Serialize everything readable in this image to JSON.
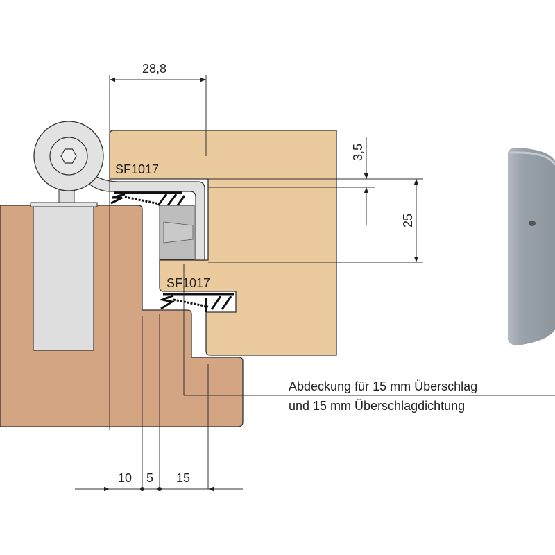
{
  "dimensions": {
    "top_width": "28,8",
    "gap": "3,5",
    "height": "25",
    "bottom_1": "10",
    "bottom_2": "5",
    "bottom_3": "15"
  },
  "labels": {
    "seal_upper": "SF1017",
    "seal_lower": "SF1017"
  },
  "annotation": {
    "line1": "Abdeckung für 15 mm Überschlag",
    "line2": "und 15 mm Überschlagdichtung"
  },
  "colors": {
    "frame": "#d3a582",
    "door": "#ebcb9d",
    "hinge": "#e0e0e0",
    "block": "#bdbdbd",
    "cover": "#9aa2aa"
  }
}
